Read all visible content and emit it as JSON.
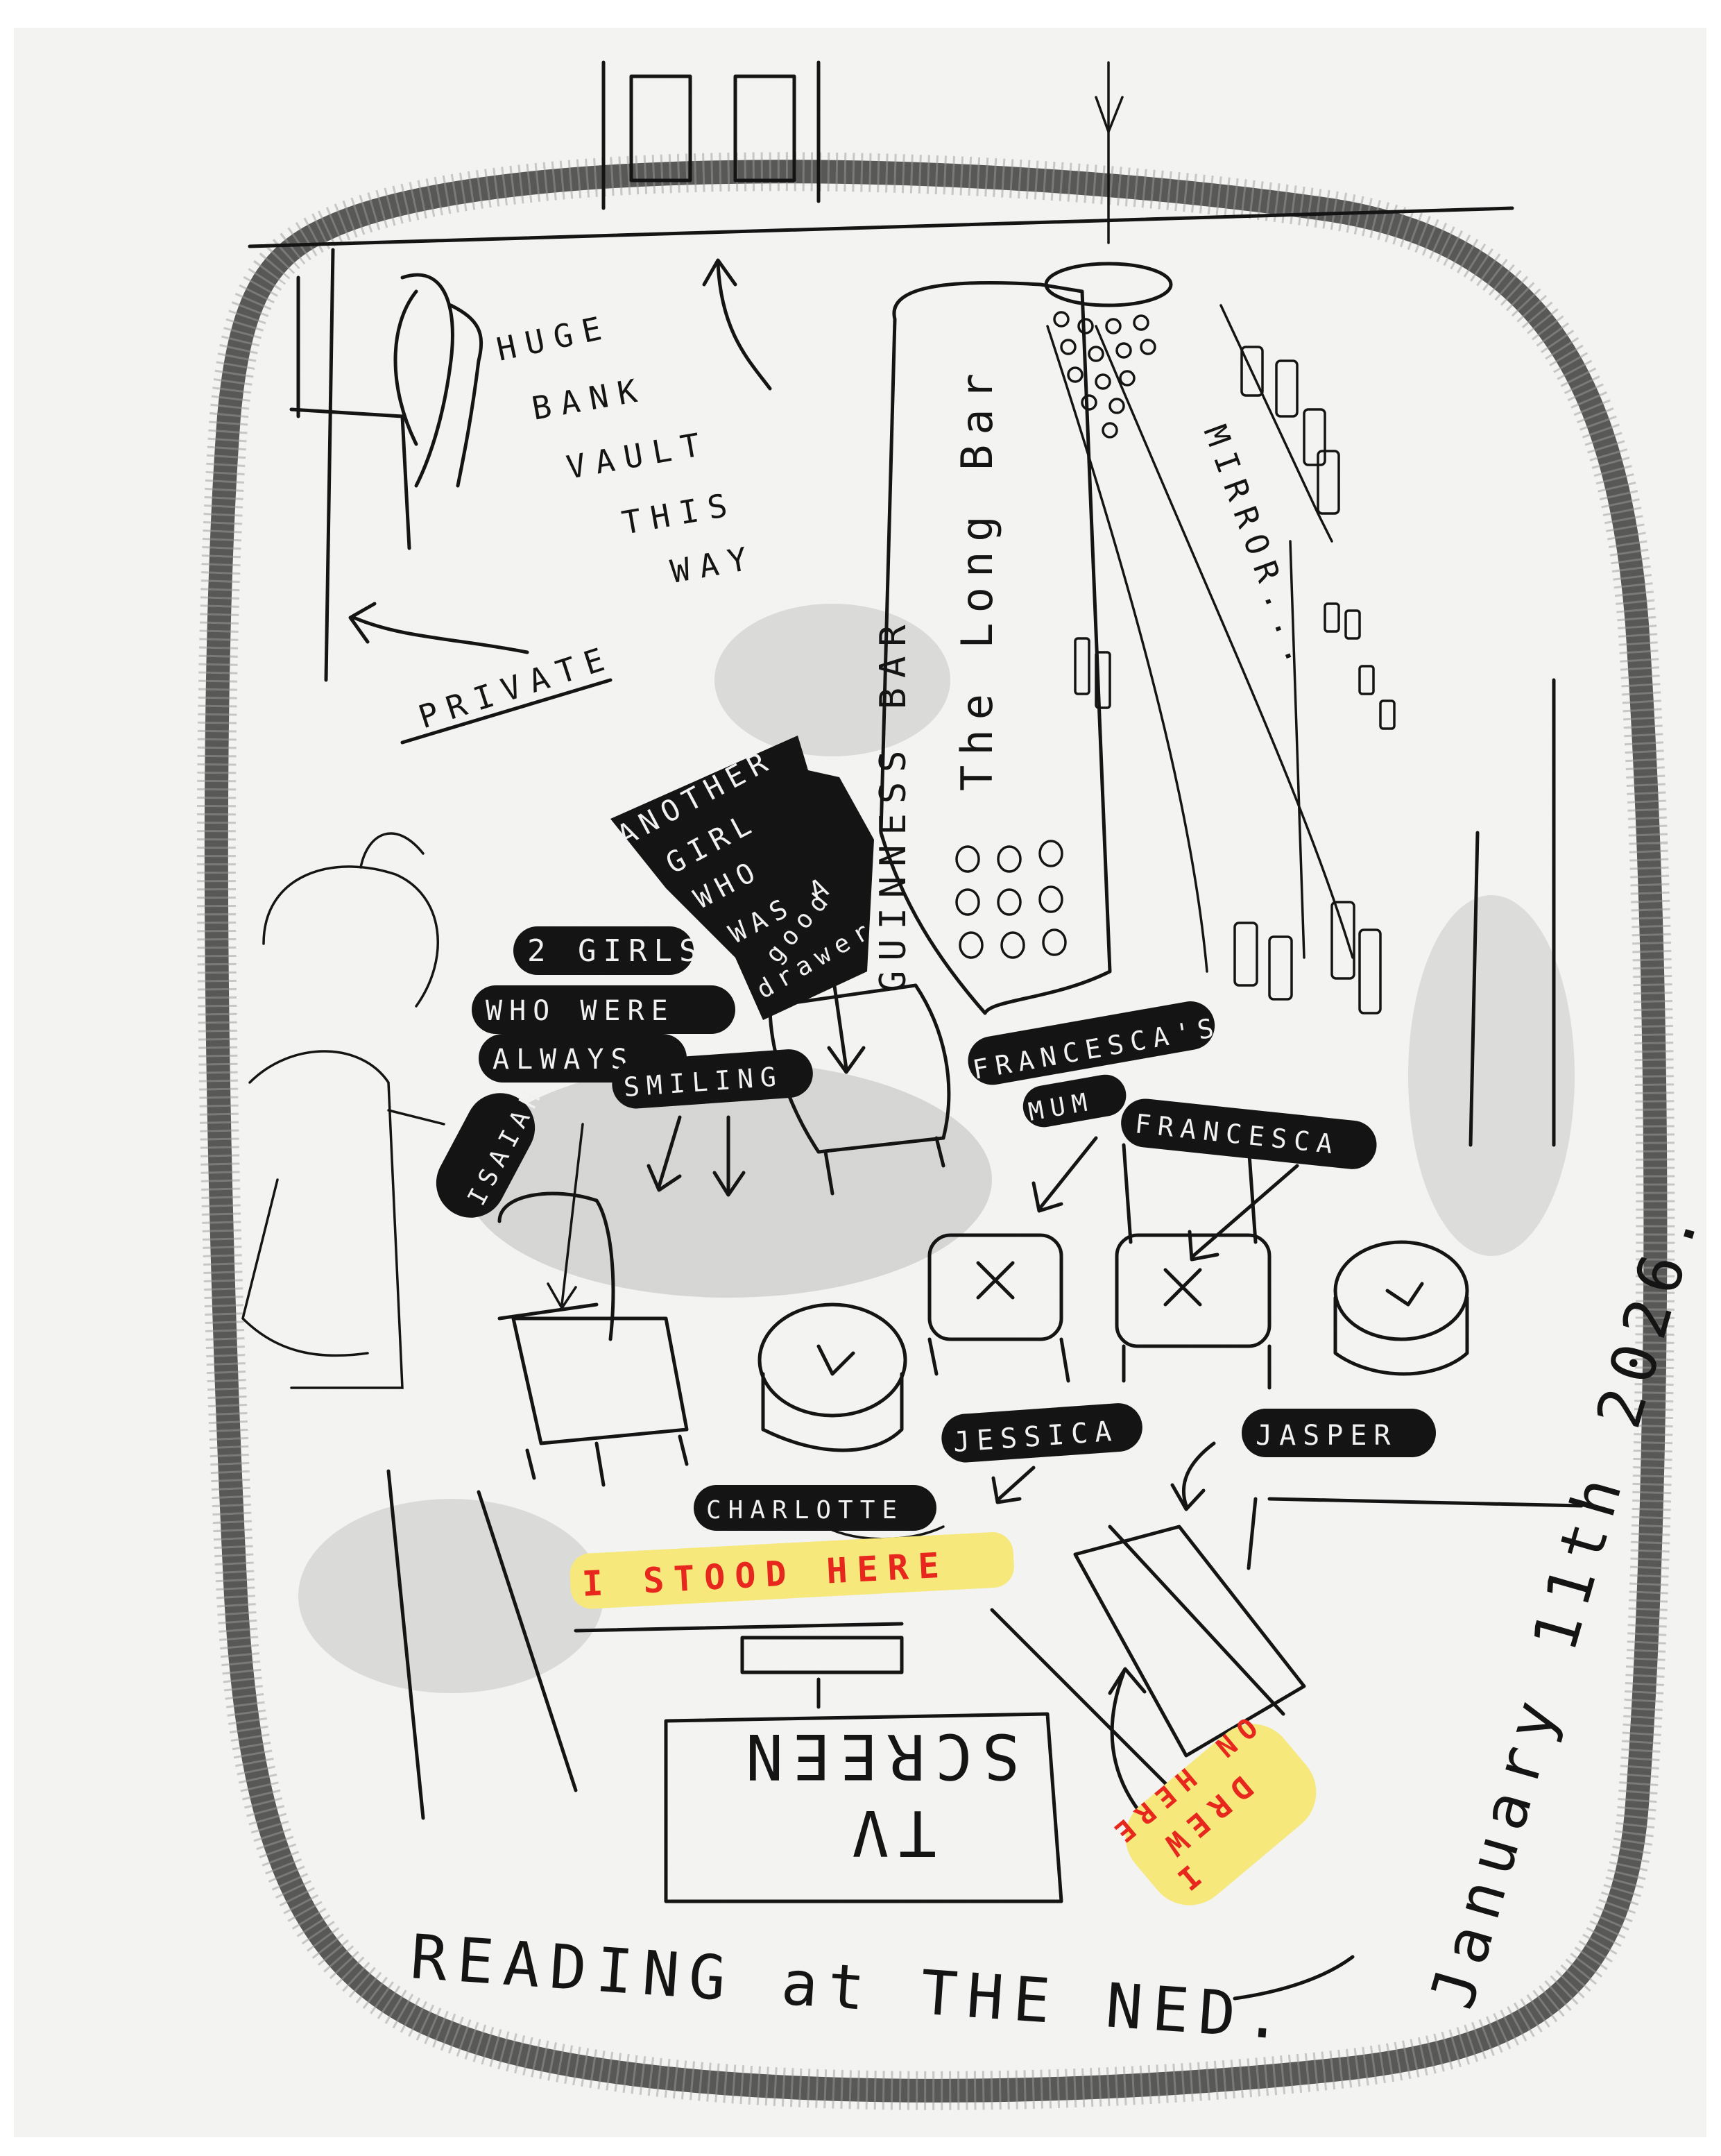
{
  "sign": {
    "vault_line1": "HUGE",
    "vault_line2": "BANK",
    "vault_line3": "VAULT",
    "vault_line4": "THIS",
    "vault_line5": "WAY",
    "private": "PRIVATE"
  },
  "bar": {
    "guinness": "GUINNESS BAR",
    "long_bar": "The Long Bar",
    "mirror": "MIRROR..."
  },
  "labels": {
    "another_girl": [
      "ANOTHER",
      "GIRL",
      "WHO",
      "WAS A",
      "good",
      "drawer"
    ],
    "two_girls": [
      "2 GIRLS",
      "WHO WERE",
      "ALWAYS",
      "SMILING"
    ],
    "isaiah": "ISAIAH",
    "francescas_mum": [
      "FRANCESCA'S",
      "MUM"
    ],
    "francesca": "FRANCESCA",
    "jessica": "JESSICA",
    "jasper": "JASPER",
    "charlotte": "CHARLOTTE"
  },
  "notes": {
    "i_stood_here": "I STOOD HERE",
    "i_drew_on_here": [
      "I",
      "DREW",
      "ON HERE"
    ],
    "tv_line1": "TV",
    "tv_line2": "SCREEN"
  },
  "caption": {
    "title": "READING at THE NED.",
    "date": "January 11th 2026."
  },
  "colors": {
    "ink": "#111111",
    "paper": "#ffffff",
    "highlight": "#f7e97a",
    "red_text": "#e8241a"
  }
}
